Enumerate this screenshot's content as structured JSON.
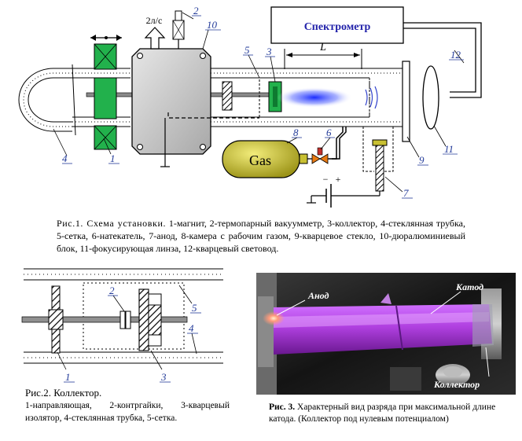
{
  "figure1": {
    "spectrometer": "Спектрометр",
    "gas": "Gas",
    "pump_speed": "2л/с",
    "length_label": "L",
    "plus": "+",
    "minus": "−",
    "numbers": {
      "n1": "1",
      "n2": "2",
      "n3": "3",
      "n4": "4",
      "n5": "5",
      "n6": "6",
      "n7": "7",
      "n8": "8",
      "n9": "9",
      "n10": "10",
      "n11": "11",
      "n12": "12"
    },
    "caption_lead": "Рис.1.  Схема  установки.",
    "caption_body": " 1-магнит, 2-термопарный вакуумметр, 3-коллектор, 4-стеклянная трубка, 5-сетка, 6-натекатель, 7-анод, 8-камера с рабочим газом, 9-кварцевое стекло, 10-дюралюминиевый блок, 11-фокусирующая линза, 12-кварцевый световод."
  },
  "figure2": {
    "numbers": {
      "n1": "1",
      "n2": "2",
      "n3": "3",
      "n4": "4",
      "n5": "5"
    },
    "caption_title": "Рис.2.     Коллектор.",
    "caption_body": "1-направляющая, 2-контргайки, 3-кварцевый изолятор, 4-стеклянная трубка, 5-сетка."
  },
  "figure3": {
    "label_anode": "Анод",
    "label_cathode": "Катод",
    "label_collector": "Коллектор",
    "caption_num": "Рис. 3.",
    "caption_body": " Характерный вид разряда при максимальной длине катода. (Коллектор под нулевым потенциалом)"
  },
  "colors": {
    "blue_label": "#223a99",
    "magnet_green": "#22b14c",
    "block_gray": "#c8c8c8",
    "gas_olive": "#c8c032",
    "discharge_violet": "#b040e0",
    "spectrometer_text": "#2222aa"
  }
}
